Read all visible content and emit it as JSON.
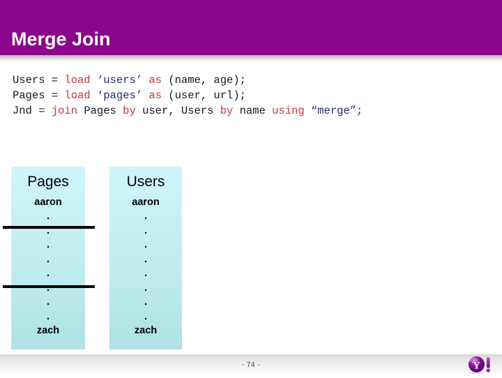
{
  "slide": {
    "title": "Merge Join",
    "title_bar_color": "#8C038C",
    "page_number": "- 74 -",
    "logo_name": "yahoo-logo"
  },
  "code": {
    "keyword_color": "#C2373B",
    "string_color": "#262A6E",
    "lines": [
      {
        "tokens": [
          {
            "t": "Users = ",
            "k": "plain"
          },
          {
            "t": "load",
            "k": "kw"
          },
          {
            "t": " ",
            "k": "plain"
          },
          {
            "t": "‘users’",
            "k": "str"
          },
          {
            "t": " ",
            "k": "plain"
          },
          {
            "t": "as",
            "k": "kw"
          },
          {
            "t": " (name, age);",
            "k": "plain"
          }
        ]
      },
      {
        "tokens": [
          {
            "t": "Pages = ",
            "k": "plain"
          },
          {
            "t": "load",
            "k": "kw"
          },
          {
            "t": " ",
            "k": "plain"
          },
          {
            "t": "‘pages’",
            "k": "str"
          },
          {
            "t": " ",
            "k": "plain"
          },
          {
            "t": "as",
            "k": "kw"
          },
          {
            "t": " (user, url);",
            "k": "plain"
          }
        ]
      },
      {
        "tokens": [
          {
            "t": "Jnd = ",
            "k": "plain"
          },
          {
            "t": "join",
            "k": "kw"
          },
          {
            "t": " Pages ",
            "k": "plain"
          },
          {
            "t": "by",
            "k": "kw"
          },
          {
            "t": " user, Users ",
            "k": "plain"
          },
          {
            "t": "by",
            "k": "kw"
          },
          {
            "t": " name ",
            "k": "plain"
          },
          {
            "t": "using",
            "k": "kw"
          },
          {
            "t": " ",
            "k": "plain"
          },
          {
            "t": "“merge”;",
            "k": "str"
          }
        ]
      }
    ]
  },
  "diagram": {
    "box_fill_top": "#CFF5FB",
    "box_fill_bottom": "#AEE2E4",
    "split_line_color": "#000000",
    "boxes": [
      {
        "name": "pages",
        "header": "Pages",
        "first": "aaron",
        "dots": [
          ".",
          ".",
          ".",
          ".",
          ".",
          ".",
          ".",
          "."
        ],
        "last": "zach"
      },
      {
        "name": "users",
        "header": "Users",
        "first": "aaron",
        "dots": [
          ".",
          ".",
          ".",
          ".",
          ".",
          ".",
          ".",
          "."
        ],
        "last": "zach"
      }
    ]
  }
}
